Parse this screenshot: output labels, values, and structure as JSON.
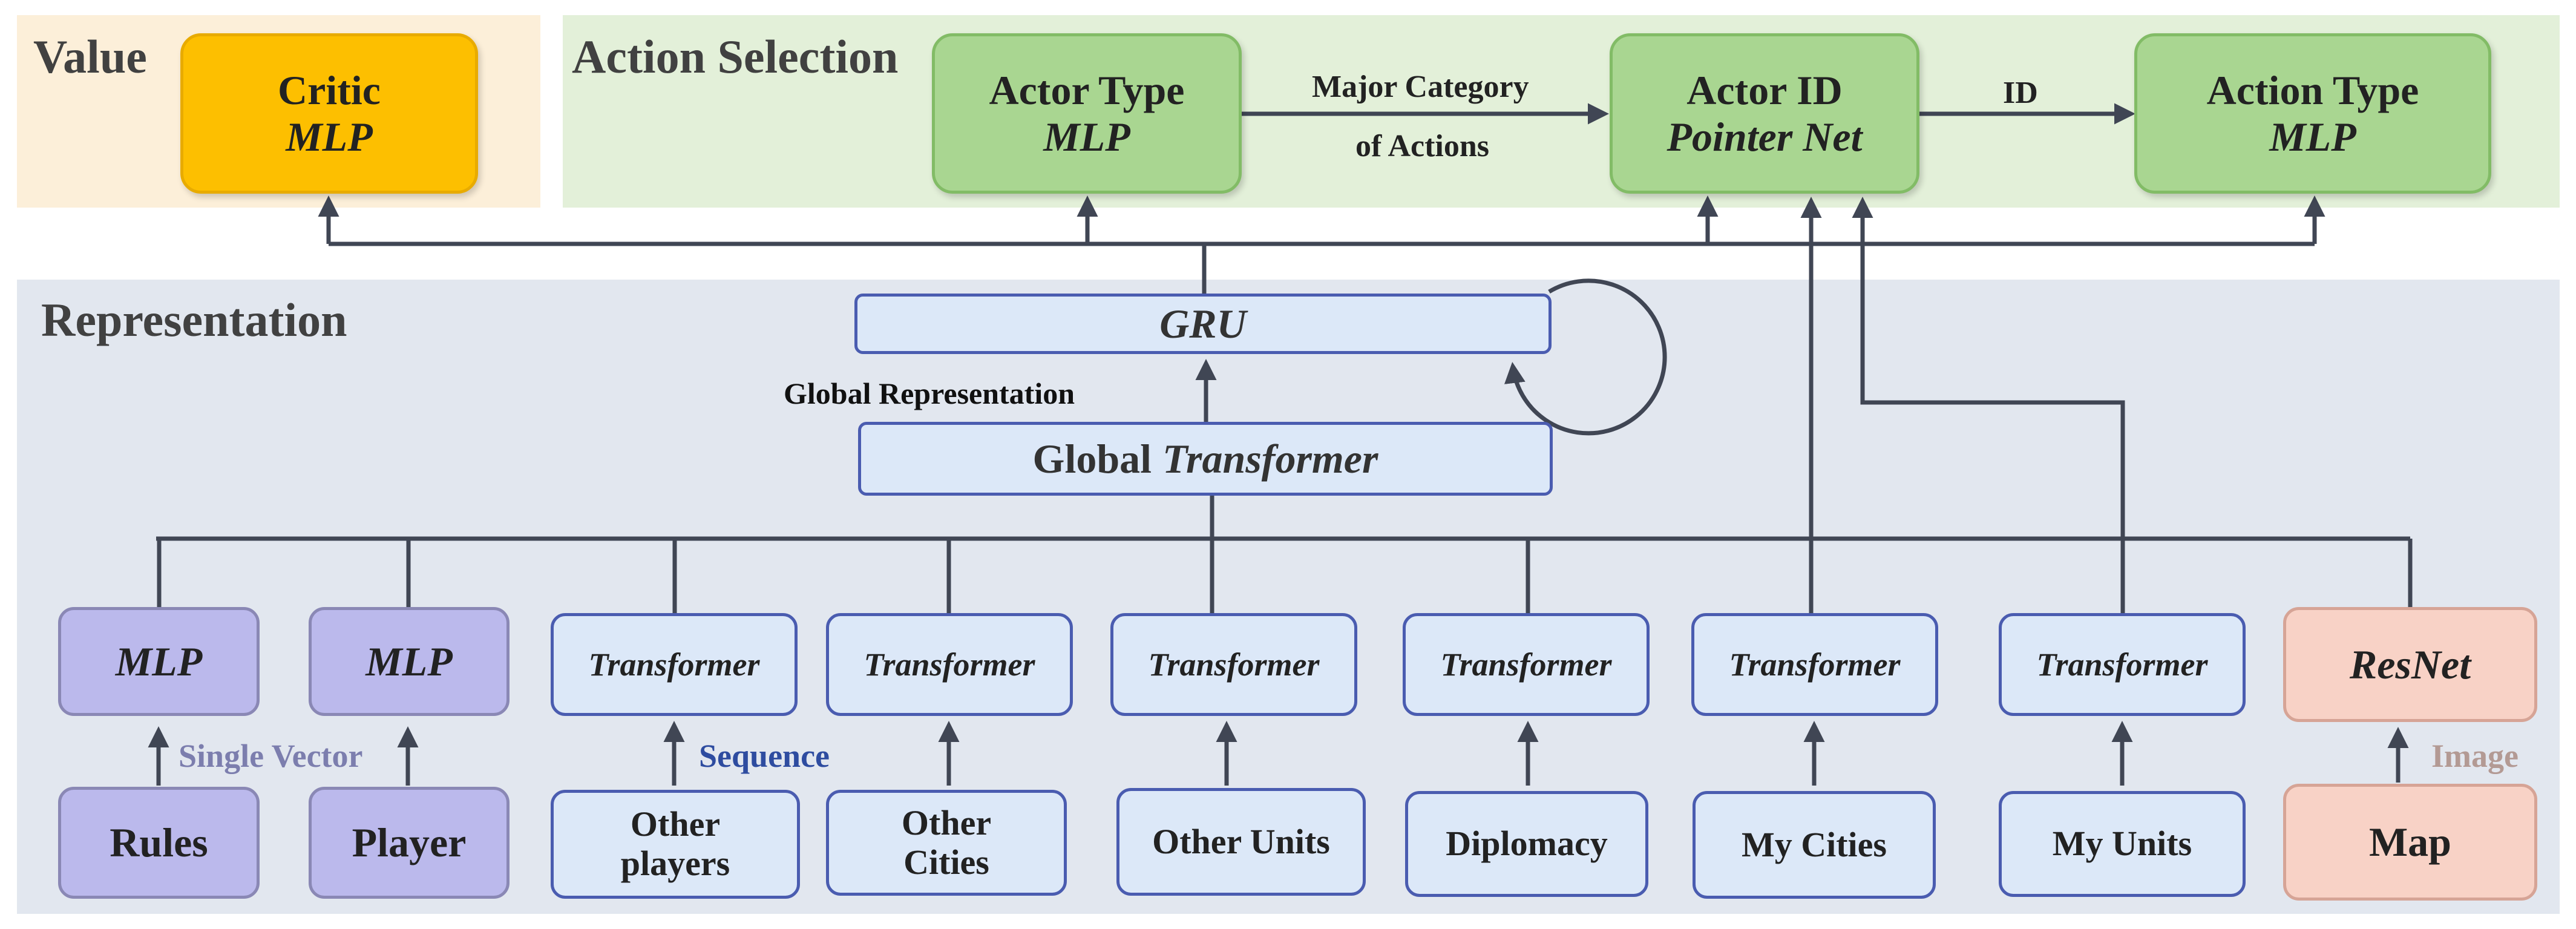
{
  "sections": {
    "value": "Value",
    "action_selection": "Action Selection",
    "representation": "Representation"
  },
  "heads": {
    "critic": {
      "line1": "Critic",
      "line2": "MLP"
    },
    "actor_type": {
      "line1": "Actor Type",
      "line2": "MLP"
    },
    "actor_id": {
      "line1": "Actor ID",
      "line2": "Pointer Net"
    },
    "action_type": {
      "line1": "Action Type",
      "line2": "MLP"
    }
  },
  "edge_labels": {
    "major_category_1": "Major Category",
    "major_category_2": "of Actions",
    "id": "ID",
    "global_representation": "Global Representation",
    "single_vector": "Single Vector",
    "sequence": "Sequence",
    "image": "Image"
  },
  "core": {
    "gru": "GRU",
    "global_transformer_prefix": "Global",
    "global_transformer_suffix": "Transformer"
  },
  "encoders": {
    "mlp": "MLP",
    "transformer": "Transformer",
    "resnet": "ResNet"
  },
  "inputs": {
    "rules": "Rules",
    "player": "Player",
    "other_players_1": "Other",
    "other_players_2": "players",
    "other_cities_1": "Other",
    "other_cities_2": "Cities",
    "other_units": "Other Units",
    "diplomacy": "Diplomacy",
    "my_cities": "My Cities",
    "my_units": "My Units",
    "map": "Map"
  },
  "colors": {
    "value_bg": "#fcefd9",
    "action_bg": "#e3f0d9",
    "representation_bg": "#e2e7ef",
    "critic": "#fdbf00",
    "action_box": "#a9d691",
    "light_box": "#dce8f8",
    "purple_box": "#bbb9ec",
    "pink_box": "#f8d2c6",
    "line": "#404654",
    "sequence_label": "#2e4ca0",
    "single_vector_label": "#7c7eae",
    "image_label": "#b39a94"
  }
}
